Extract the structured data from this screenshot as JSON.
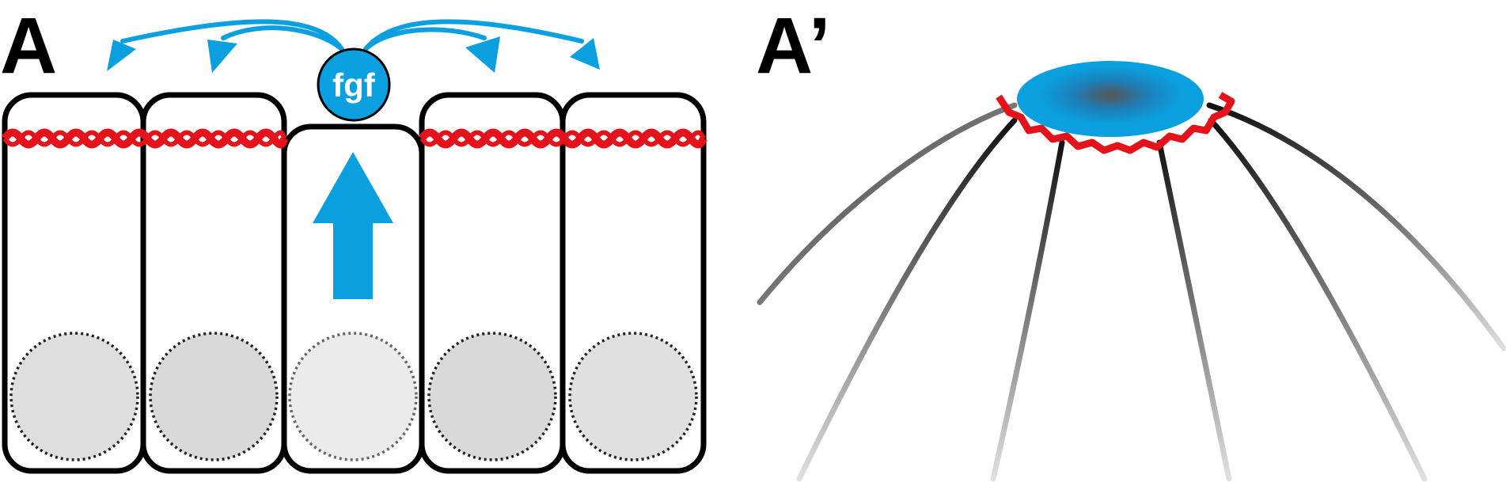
{
  "panels": {
    "a_label": "A",
    "a_prime_label": "A’"
  },
  "signal": {
    "label": "fgf"
  },
  "colors": {
    "signal_blue": "#0aa0e0",
    "junction_red": "#e3121b",
    "outline": "#000000",
    "nucleus_fill": "#dcdcdc",
    "nucleus_fill_light": "#ececec"
  },
  "icons": {
    "arrow_up": "arrow-up-icon",
    "curved_arrows": "curved-arrow-icon"
  }
}
